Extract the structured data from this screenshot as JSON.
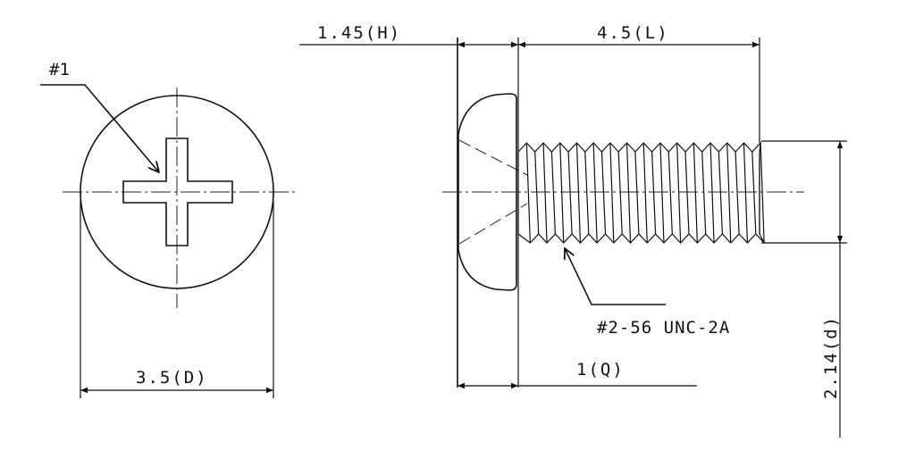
{
  "drawing": {
    "drive_label": "#1",
    "head_height_label": "1.45(H)",
    "length_label": "4.5(L)",
    "head_diameter_label": "3.5(D)",
    "thread_spec_label": "#2-56 UNC-2A",
    "unthreaded_label": "1(Q)",
    "thread_diameter_label": "2.14(d)",
    "line_color": "#111111"
  }
}
